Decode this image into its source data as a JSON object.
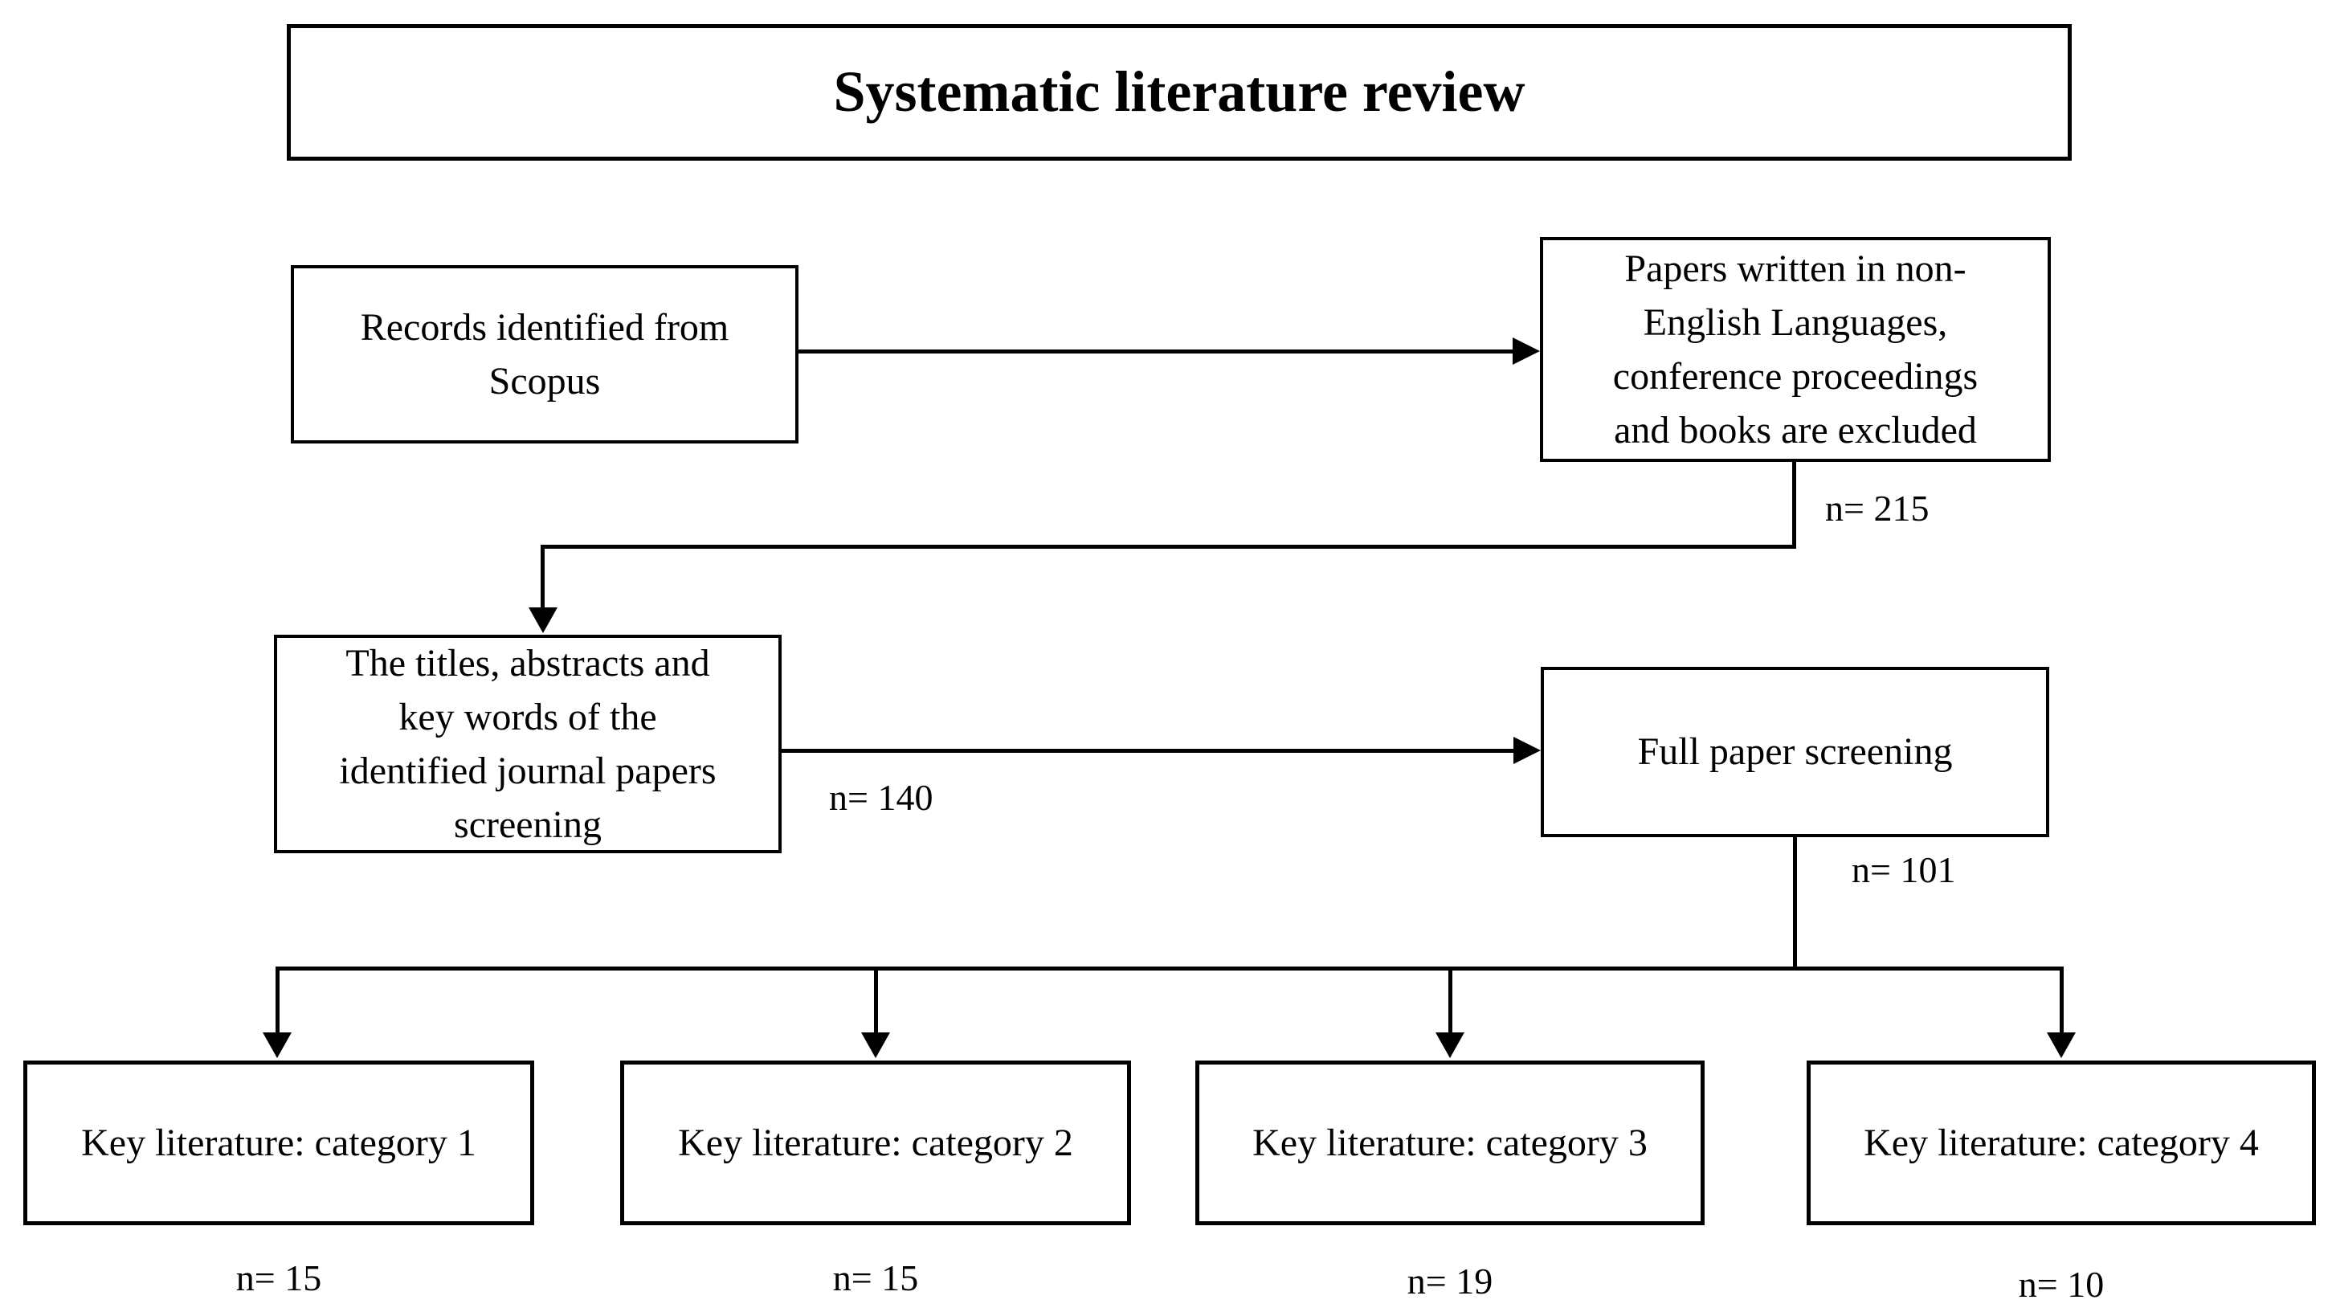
{
  "colors": {
    "background": "#ffffff",
    "border": "#000000",
    "text": "#000000"
  },
  "diagram": {
    "title": "Systematic literature review",
    "nodes": {
      "records": {
        "text": "Records identified from\nScopus"
      },
      "excluded": {
        "text": "Papers written in non-\nEnglish Languages,\nconference proceedings\nand books are excluded"
      },
      "title_abstract_screening": {
        "text": "The titles, abstracts and\nkey words of the\nidentified journal papers\nscreening"
      },
      "full_paper_screening": {
        "text": "Full paper screening"
      },
      "category1": {
        "text": "Key literature: category 1",
        "count": "n= 15"
      },
      "category2": {
        "text": "Key literature: category 2",
        "count": "n= 15"
      },
      "category3": {
        "text": "Key literature: category 3",
        "count": "n= 19"
      },
      "category4": {
        "text": "Key literature: category 4",
        "count": "n= 10"
      }
    },
    "edge_labels": {
      "excluded_out": "n= 215",
      "titles_to_full": "n= 140",
      "full_out": "n= 101"
    }
  }
}
